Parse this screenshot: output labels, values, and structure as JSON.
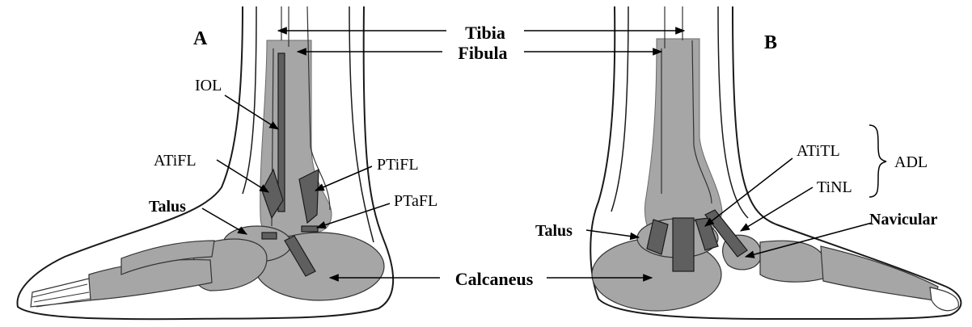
{
  "panels": {
    "a": "A",
    "b": "B"
  },
  "labels": {
    "tibia": "Tibia",
    "fibula": "Fibula",
    "iol": "IOL",
    "atifl": "ATiFL",
    "ptifl": "PTiFL",
    "ptafl": "PTaFL",
    "talus_a": "Talus",
    "calcaneus": "Calcaneus",
    "atitl": "ATiTL",
    "tinl": "TiNL",
    "adl": "ADL",
    "talus_b": "Talus",
    "navicular": "Navicular"
  },
  "colors": {
    "bone": "#a6a6a6",
    "ligament": "#5f5f5f",
    "outline": "#1a1a1a"
  }
}
